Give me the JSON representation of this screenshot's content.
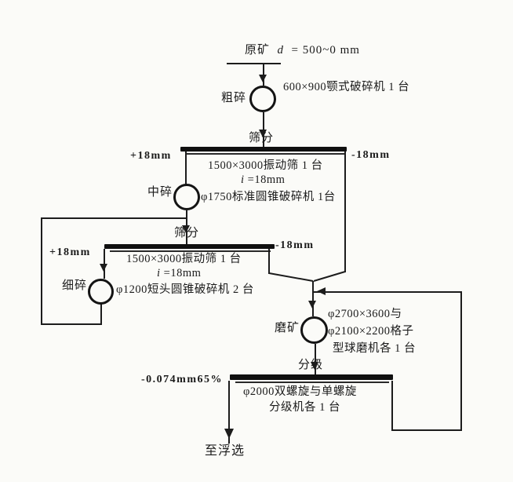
{
  "colors": {
    "ink": "#1c1c1c",
    "paper": "#fbfbf8"
  },
  "flow": {
    "raw_ore": {
      "name": "原矿",
      "var": "d",
      "value": "= 500~0 mm"
    },
    "coarse": {
      "label": "粗碎",
      "equip": "600×900颚式破碎机 1 台"
    },
    "screen1": {
      "label": "筛分",
      "oversize": "+18mm",
      "undersize": "-18mm",
      "equip": "1500×3000振动筛 1 台",
      "aperture_var": "i",
      "aperture_eq": "=18mm"
    },
    "medium": {
      "label": "中碎",
      "equip": "φ1750标准圆锥破碎机 1台"
    },
    "screen2": {
      "label": "筛分",
      "oversize": "+18mm",
      "undersize": "-18mm",
      "equip": "1500×3000振动筛 1 台",
      "aperture_var": "i",
      "aperture_eq": "=18mm"
    },
    "fine": {
      "label": "细碎",
      "equip": "φ1200短头圆锥破碎机 2 台"
    },
    "grind": {
      "label": "磨矿",
      "equip1": "φ2700×3600与",
      "equip2": "φ2100×2200格子",
      "equip3": "型球磨机各 1 台"
    },
    "classifier": {
      "label": "分级",
      "overflow": "-0.074mm65%",
      "equip1": "φ2000双螺旋与单螺旋",
      "equip2": "分级机各 1 台"
    },
    "to_flotation": "至浮选"
  }
}
